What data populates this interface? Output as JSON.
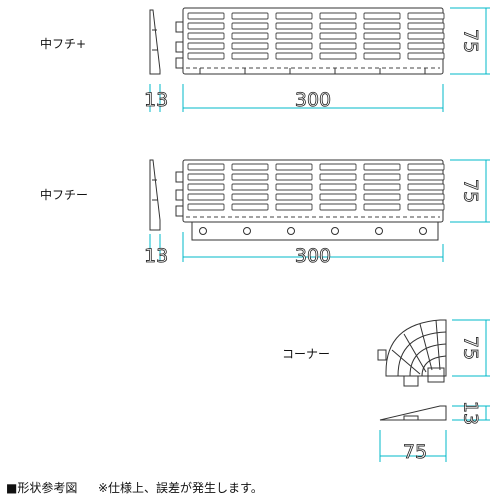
{
  "parts": [
    {
      "label": "中フチ+",
      "width_dim": "300",
      "height_dim": "75",
      "thickness_dim": "13"
    },
    {
      "label": "中フチー",
      "width_dim": "300",
      "height_dim": "75",
      "thickness_dim": "13"
    },
    {
      "label": "コーナー",
      "width_dim": "75",
      "height_dim": "75",
      "thickness_dim": "13"
    }
  ],
  "caption": {
    "title": "■形状参考図",
    "note": "※仕様上、誤差が発生します。"
  },
  "colors": {
    "dimension_line": "#00b8c8",
    "outline": "#333333"
  }
}
